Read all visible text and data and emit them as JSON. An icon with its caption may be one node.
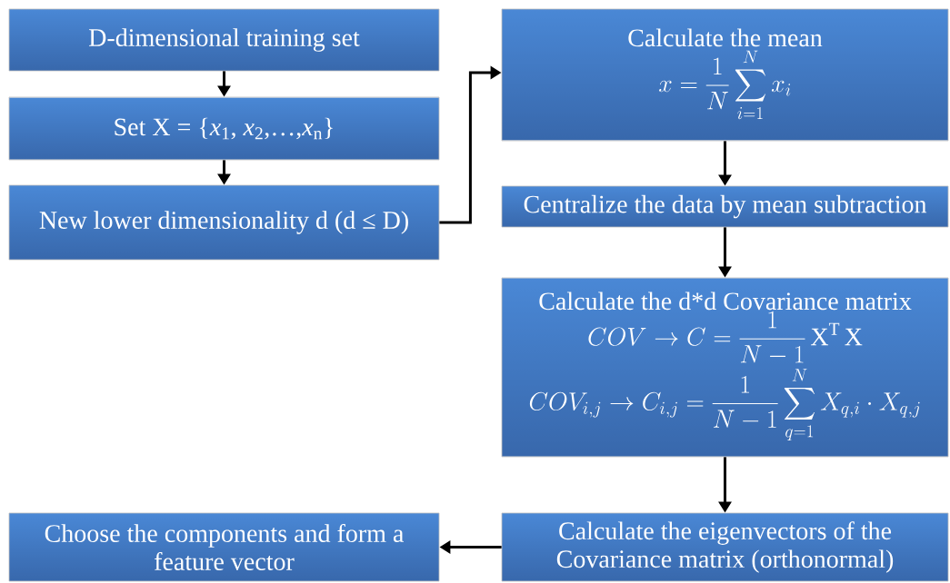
{
  "diagram": {
    "nodes": [
      {
        "text": [
          "D-dimensional training set"
        ]
      },
      {
        "text": [
          "Set X = {*x*$_{1}$, *x*$_{2}$,…,*x*$_{n}$}"
        ]
      },
      {
        "text": [
          "New lower dimensionality d (d ≤ D)"
        ]
      },
      {
        "text": [
          "Calculate the mean",
          "x = \\frac{1}{N}\\sum_{i=1}^{N} x_{i}"
        ]
      },
      {
        "text": [
          "Centralize the data by mean subtraction"
        ]
      },
      {
        "text": [
          "Calculate the d*d Covariance matrix",
          "COV \\rightarrow C = \\frac{1}{N-1}\\,\\mathrm{X}^{\\mathrm{T}}\\,\\mathrm{X}",
          "COV_{i,j} \\rightarrow C_{i,j} = \\frac{1}{N-1}\\sum_{q=1}^{N} X_{q,i}\\cdot X_{q,j}"
        ]
      },
      {
        "text": [
          "Calculate the eigenvectors of the Covariance matrix (orthonormal)"
        ]
      },
      {
        "text": [
          "Choose the components and form a feature vector"
        ]
      }
    ],
    "edges": [
      {
        "from": 0,
        "to": 1,
        "arrow": "to"
      },
      {
        "from": 1,
        "to": 2,
        "arrow": "to"
      },
      {
        "from": 2,
        "to": 3,
        "arrow": "to"
      },
      {
        "from": 3,
        "to": 4,
        "arrow": "to"
      },
      {
        "from": 4,
        "to": 5,
        "arrow": "to"
      },
      {
        "from": 5,
        "to": 6,
        "arrow": "to"
      },
      {
        "from": 6,
        "to": 7,
        "arrow": "to"
      }
    ]
  }
}
